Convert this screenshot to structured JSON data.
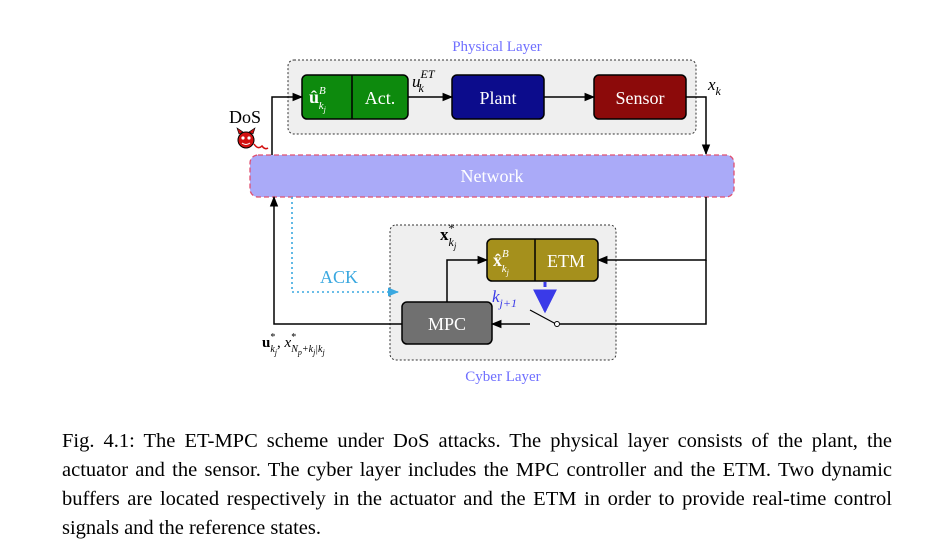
{
  "physical_layer": {
    "title": "Physical Layer",
    "buffer_label": "û",
    "buffer_sup": "B",
    "buffer_sub": "k",
    "buffer_subsub": "j",
    "actuator_label": "Act.",
    "plant_label": "Plant",
    "sensor_label": "Sensor",
    "u_et_base": "u",
    "u_et_sub": "k",
    "u_et_sup": "ET",
    "x_k_base": "x",
    "x_k_sub": "k"
  },
  "network": {
    "label": "Network"
  },
  "dos": {
    "label": "DoS"
  },
  "cyber_layer": {
    "title": "Cyber Layer",
    "buffer_label": "x̂",
    "buffer_sup": "B",
    "buffer_sub": "k",
    "buffer_subsub": "j",
    "etm_label": "ETM",
    "mpc_label": "MPC",
    "ack_label": "ACK",
    "x_star_base": "x",
    "x_star_sup": "*",
    "x_star_sub": "k",
    "x_star_subsub": "j",
    "k_next_base": "k",
    "k_next_sub": "j+1",
    "output_u_base": "u",
    "output_u_sup": "*",
    "output_u_sub": "k",
    "output_u_subsub": "j",
    "output_sep": ", ",
    "output_x_base": "x",
    "output_x_sup": "*",
    "output_x_sub": "N",
    "output_x_subsub": "p",
    "output_x_sub_rest": "+k",
    "output_x_sub_j": "j",
    "output_x_sub_bar": "|k",
    "output_x_sub_j2": "j"
  },
  "caption": {
    "text": "Fig. 4.1: The ET-MPC scheme under DoS attacks. The physical layer consists of the plant, the actuator and the sensor. The cyber layer includes the MPC controller and the ETM. Two dynamic buffers are located respectively in the actuator and the ETM in order to provide real-time control signals and the reference states."
  },
  "colors": {
    "buffer_green": "#0d8a0d",
    "plant_blue": "#0c0c8c",
    "sensor_red": "#8c0a0a",
    "etm_olive": "#a5901c",
    "mpc_gray": "#707070",
    "network_fill": "#aaaaf8",
    "network_border": "#e05070",
    "ack_cyan": "#3aa8e0",
    "trigger_blue": "#3a3ae8",
    "layer_label": "#6f6fff"
  }
}
